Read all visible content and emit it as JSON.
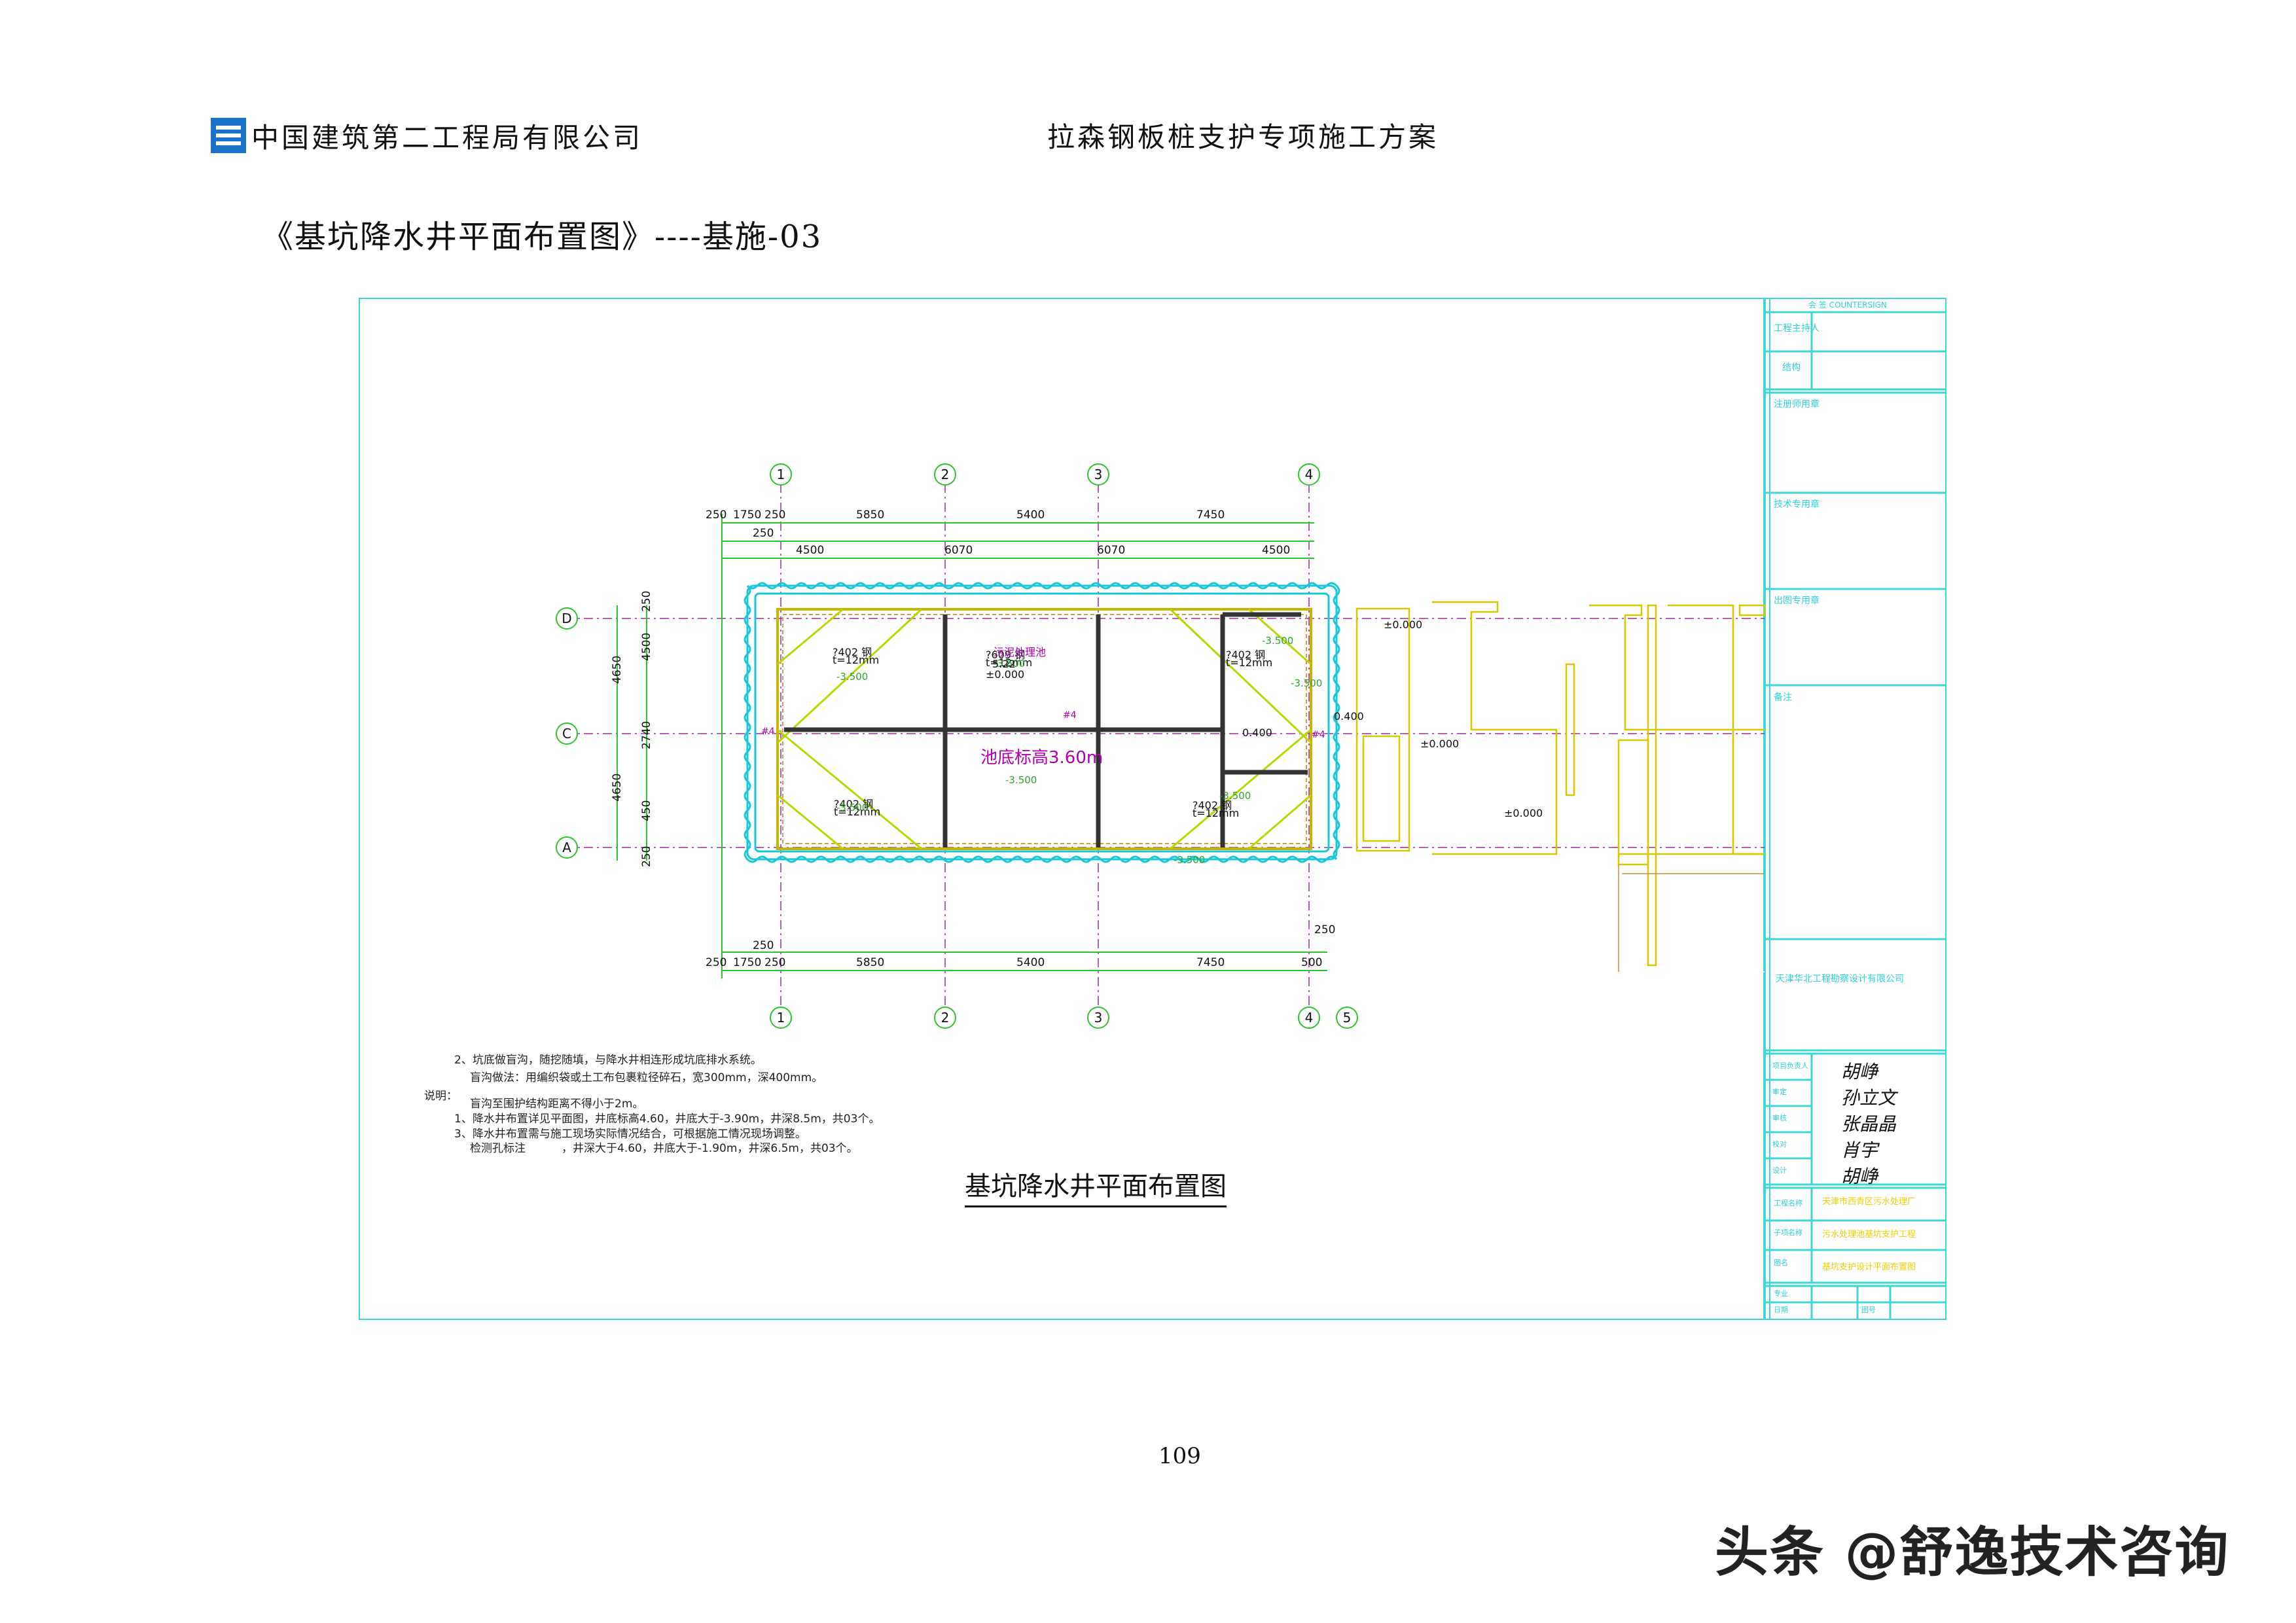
{
  "header": {
    "company": "中国建筑第二工程局有限公司",
    "project": "拉森钢板桩支护专项施工方案"
  },
  "sheet": {
    "title": "《基坑降水井平面布置图》----基施-03"
  },
  "drawing": {
    "axes_top": [
      "1",
      "2",
      "3",
      "4"
    ],
    "axes_bottom": [
      "1",
      "2",
      "3",
      "4",
      "5"
    ],
    "axes_left": [
      "D",
      "C",
      "A"
    ],
    "dims_top_row1": [
      "250",
      "1750",
      "250",
      "5850",
      "5400",
      "7450"
    ],
    "dims_top_row2": [
      "250"
    ],
    "dims_top_row3": [
      "4500",
      "6070",
      "6070",
      "4500"
    ],
    "dims_bottom_row1": [
      "250"
    ],
    "dims_bottom_row2": [
      "250",
      "1750",
      "250",
      "5850",
      "5400",
      "7450",
      "500"
    ],
    "dims_bottom_right": "250",
    "dims_left_outer": [
      "4650",
      "4650"
    ],
    "dims_left_inner": [
      "250",
      "4500",
      "2740",
      "450",
      "250"
    ],
    "wells": [
      {
        "label": "?402",
        "t": "t=12mm"
      },
      {
        "label": "?609",
        "t": "t=12mm"
      },
      {
        "label": "?402",
        "t": "t=12mm"
      },
      {
        "label": "?402",
        "t": "t=12mm"
      },
      {
        "label": "?402",
        "t": "t=12mm"
      }
    ],
    "elevations": [
      "-3.500",
      "-3.500",
      "-3.500",
      "-3.500",
      "-3.500",
      "-3.500",
      "-3.500",
      "-3.500"
    ],
    "pit_labels": [
      "污泥处理池",
      "5.22",
      "±0.000"
    ],
    "pit_depth": "池底标高3.60m",
    "right_values": [
      "±0.000",
      "0.400",
      "0.400",
      "±0.000",
      "±0.000"
    ],
    "marks": [
      "#4",
      "#4",
      "#4"
    ]
  },
  "notes": [
    "2、坑底做盲沟，随挖随填，与降水井相连形成坑底排水系统。",
    "盲沟做法：用编织袋或土工布包裹粒径碎石，宽300mm，深400mm。",
    "说明：",
    "盲沟至围护结构距离不得小于2m。",
    "1、降水井布置详见平面图，井底标高4.60，井底大于-3.90m，井深8.5m，共03个。",
    "3、降水井布置需与施工现场实际情况结合，可根据施工情况现场调整。",
    "检测孔标注",
    "，井深大于4.60，井底大于-1.90m，井深6.5m，共03个。"
  ],
  "caption": "基坑降水井平面布置图",
  "title_block": {
    "section1": [
      "会 签 COUNTERSIGN",
      "工程主持人",
      "结构"
    ],
    "section2": [
      "注册师用章"
    ],
    "section3": [
      "技术专用章"
    ],
    "section4": [
      "出图专用章"
    ],
    "section5": [
      "备注"
    ],
    "company": "天津华北工程勘察设计有限公司",
    "rows": [
      "项目负责人",
      "审定",
      "审核",
      "校对",
      "设计"
    ],
    "project_rows": [
      "工程名称",
      "子项名称",
      "图名"
    ],
    "bottom": [
      "专业",
      "日期",
      "图号"
    ],
    "signatures": [
      "胡峥",
      "孙立文",
      "张晶晶",
      "肖宇",
      "胡峥"
    ]
  },
  "page_number": "109",
  "watermark": "头条 @舒逸技术咨询"
}
